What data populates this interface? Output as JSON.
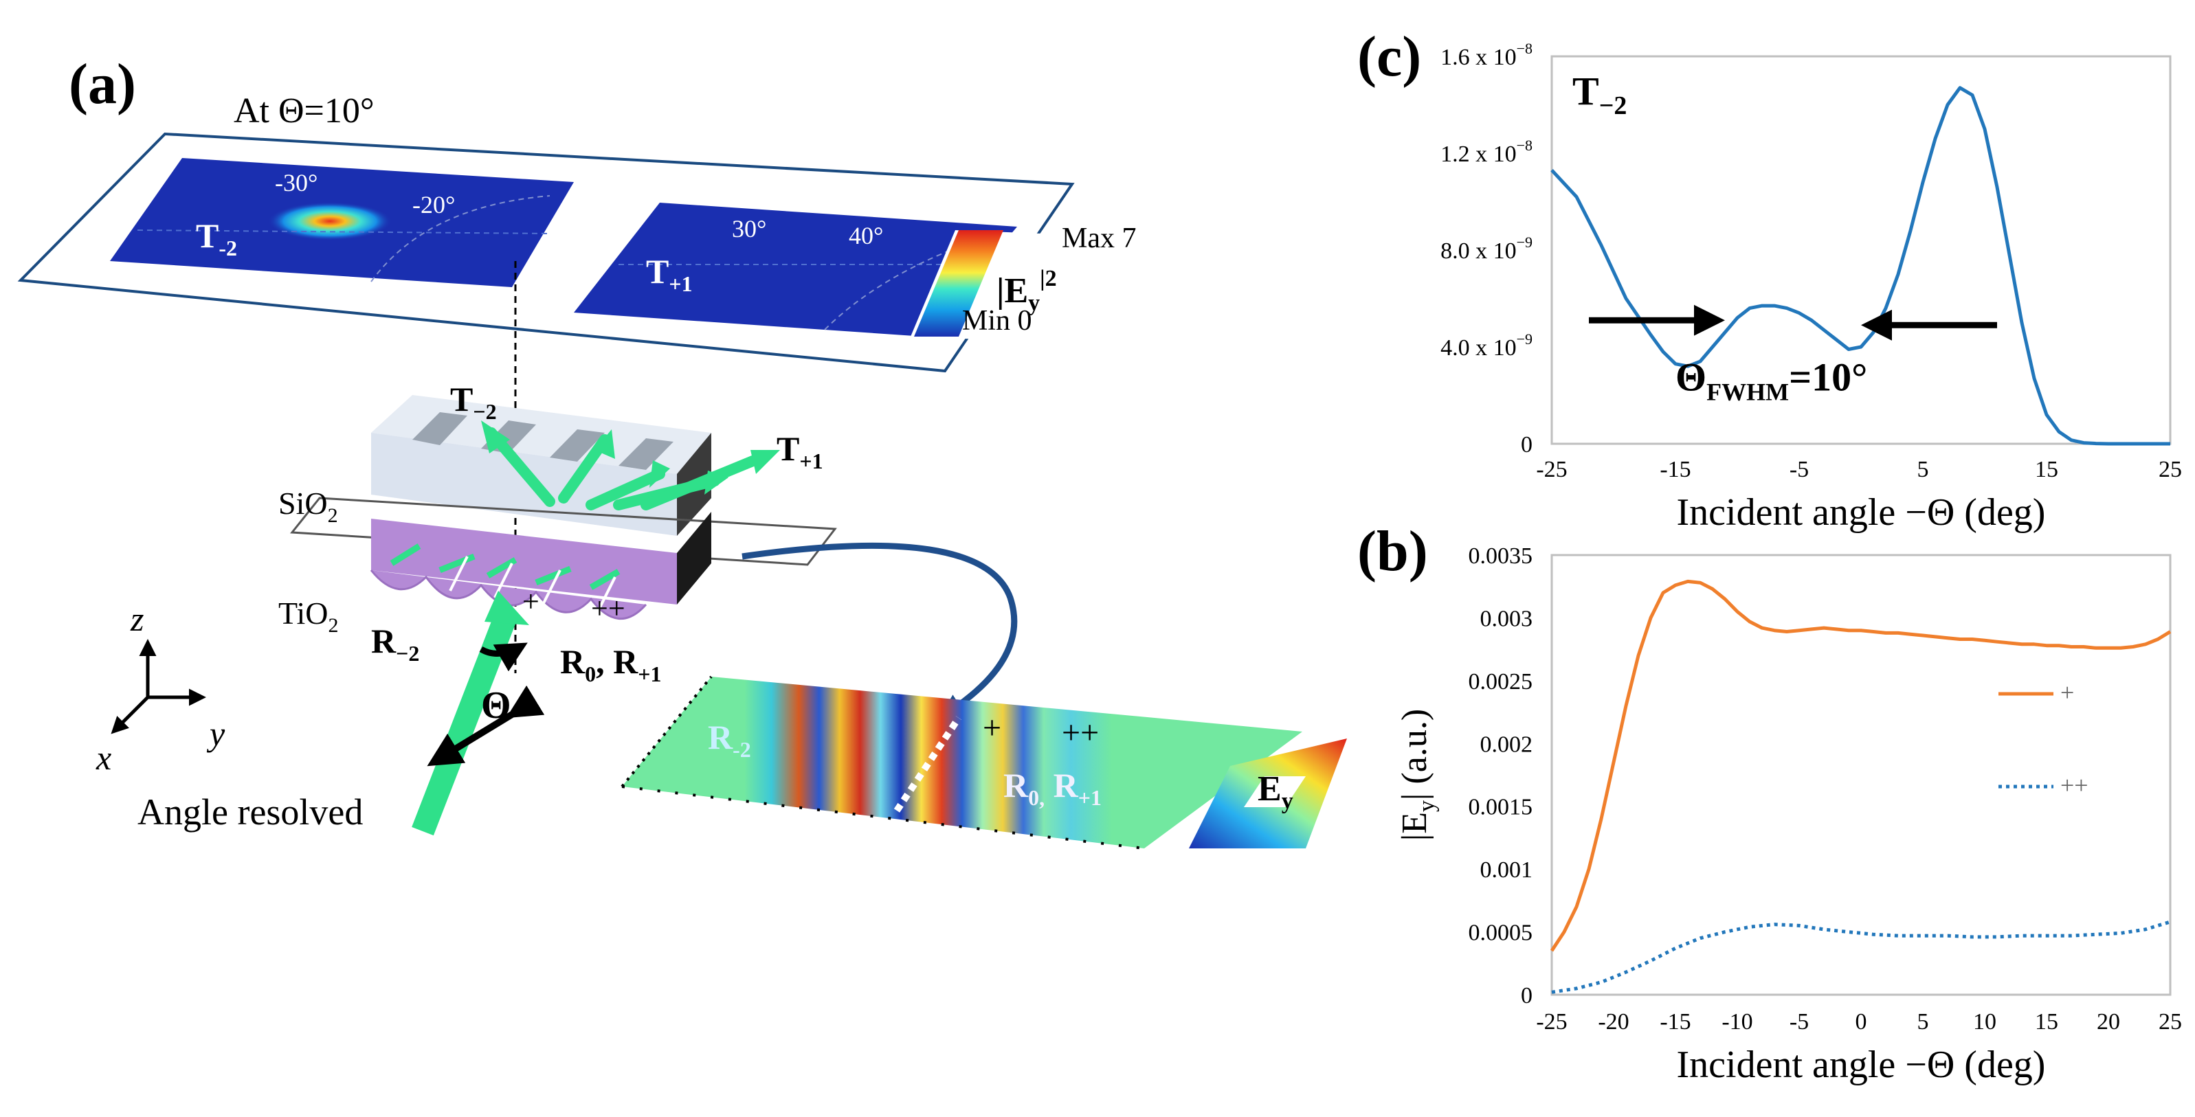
{
  "panel_a": {
    "label": "(a)",
    "field_title": "At Θ=10°",
    "t_minus2_label": "T",
    "t_minus2_sub": "-2",
    "t_plus1_label": "T",
    "t_plus1_sub": "+1",
    "angle_labels": {
      "a1": "-30°",
      "a2": "-20°",
      "a3": "30°",
      "a4": "40°"
    },
    "colorbar": {
      "max": "Max 7",
      "min": "Min 0",
      "quantity": "|E",
      "quantity_sub": "y",
      "quantity_sup": "|2"
    },
    "device": {
      "sio2": "SiO",
      "sio2_sub": "2",
      "tio2": "TiO",
      "tio2_sub": "2",
      "beam_top_left": "T",
      "beam_top_left_sub": "−2",
      "beam_top_right": "T",
      "beam_top_right_sub": "+1",
      "r_minus2": "R",
      "r_minus2_sub": "−2",
      "r0": "R",
      "r0_sub": "0",
      "r_comma": ", R",
      "r_plus1_sub": "+1",
      "plus": "+",
      "plusplus": "++",
      "theta": "Θ",
      "angle_resolved": "Angle resolved"
    },
    "axes": {
      "z": "z",
      "x": "x",
      "y": "y"
    },
    "ey_map": {
      "r_minus2": "R",
      "r_minus2_sub": "-2",
      "r0": "R",
      "r0_sub": "0,",
      "r1": " R",
      "r1_sub": "+1",
      "plus": "+",
      "plusplus": "++",
      "ey": "E",
      "ey_sub": "y"
    },
    "colors": {
      "field_bg": "#1a2fb0",
      "beam": "#2fe08a",
      "purple": "#b48ad6",
      "arrow": "#1f4e8c"
    }
  },
  "panel_c": {
    "label": "(c)"
  },
  "panel_b": {
    "label": "(b)"
  },
  "chart_data": [
    {
      "type": "line",
      "panel": "(c)",
      "annotation": "T",
      "annotation_sub": "−2",
      "fwhm_text": "Θ",
      "fwhm_sub": "FWHM",
      "fwhm_value": "=10°",
      "xlabel": "Incident angle −Θ (deg)",
      "ylabel": "",
      "xlim": [
        -25,
        25
      ],
      "ylim": [
        0,
        1.6e-08
      ],
      "xticks": [
        "-25",
        "-15",
        "-5",
        "5",
        "15",
        "25"
      ],
      "yticks": [
        {
          "v": 0,
          "base": "0",
          "exp": ""
        },
        {
          "v": 4e-09,
          "base": "4.0 x 10",
          "exp": "−9"
        },
        {
          "v": 8e-09,
          "base": "8.0 x 10",
          "exp": "−9"
        },
        {
          "v": 1.2e-08,
          "base": "1.2 x 10",
          "exp": "−8"
        },
        {
          "v": 1.6e-08,
          "base": "1.6 x 10",
          "exp": "−8"
        }
      ],
      "color": "#2277bb",
      "series": [
        {
          "x": [
            -25,
            -23,
            -21,
            -19,
            -17,
            -16,
            -15,
            -14,
            -13,
            -12,
            -11,
            -10,
            -9,
            -8,
            -7,
            -6,
            -5,
            -4,
            -3,
            -2,
            -1,
            0,
            1,
            2,
            3,
            4,
            5,
            6,
            7,
            8,
            9,
            10,
            11,
            12,
            13,
            14,
            15,
            16,
            17,
            18,
            19,
            20,
            21,
            22,
            23,
            24,
            25
          ],
          "y": [
            1.13e-08,
            1.02e-08,
            8.2e-09,
            6e-09,
            4.5e-09,
            3.8e-09,
            3.3e-09,
            3.2e-09,
            3.4e-09,
            4e-09,
            4.6e-09,
            5.2e-09,
            5.6e-09,
            5.7e-09,
            5.7e-09,
            5.6e-09,
            5.4e-09,
            5.1e-09,
            4.7e-09,
            4.3e-09,
            3.9e-09,
            4e-09,
            4.6e-09,
            5.6e-09,
            7e-09,
            8.8e-09,
            1.08e-08,
            1.26e-08,
            1.4e-08,
            1.47e-08,
            1.44e-08,
            1.3e-08,
            1.06e-08,
            7.8e-09,
            5e-09,
            2.7e-09,
            1.2e-09,
            5e-10,
            1.5e-10,
            4e-11,
            1e-11,
            0.0,
            0.0,
            0.0,
            0.0,
            0.0,
            0.0
          ]
        }
      ]
    },
    {
      "type": "line",
      "panel": "(b)",
      "xlabel": "Incident angle −Θ (deg)",
      "ylabel": "|E",
      "ylabel_sub": "y",
      "ylabel_rest": "|  (a.u.)",
      "xlim": [
        -25,
        25
      ],
      "ylim": [
        0,
        0.0035
      ],
      "xticks": [
        "-25",
        "-20",
        "-15",
        "-10",
        "-5",
        "0",
        "5",
        "10",
        "15",
        "20",
        "25"
      ],
      "yticks": [
        "0",
        "0.0005",
        "0.001",
        "0.0015",
        "0.002",
        "0.0025",
        "0.003",
        "0.0035"
      ],
      "series": [
        {
          "name": "+",
          "color": "#f07f2c",
          "style": "solid",
          "x": [
            -25,
            -24,
            -23,
            -22,
            -21,
            -20,
            -19,
            -18,
            -17,
            -16,
            -15,
            -14,
            -13,
            -12,
            -11,
            -10,
            -9,
            -8,
            -7,
            -6,
            -5,
            -4,
            -3,
            -2,
            -1,
            0,
            1,
            2,
            3,
            4,
            5,
            6,
            7,
            8,
            9,
            10,
            11,
            12,
            13,
            14,
            15,
            16,
            17,
            18,
            19,
            20,
            21,
            22,
            23,
            24,
            25
          ],
          "y": [
            0.00035,
            0.0005,
            0.0007,
            0.001,
            0.0014,
            0.00185,
            0.0023,
            0.0027,
            0.003,
            0.0032,
            0.00326,
            0.00329,
            0.00328,
            0.00323,
            0.00315,
            0.00305,
            0.00297,
            0.00292,
            0.0029,
            0.00289,
            0.0029,
            0.00291,
            0.00292,
            0.00291,
            0.0029,
            0.0029,
            0.00289,
            0.00288,
            0.00288,
            0.00287,
            0.00286,
            0.00285,
            0.00284,
            0.00283,
            0.00283,
            0.00282,
            0.00281,
            0.0028,
            0.00279,
            0.00279,
            0.00278,
            0.00278,
            0.00277,
            0.00277,
            0.00276,
            0.00276,
            0.00276,
            0.00277,
            0.00279,
            0.00283,
            0.00289
          ]
        },
        {
          "name": "++",
          "color": "#2277bb",
          "style": "dotted",
          "x": [
            -25,
            -23,
            -21,
            -19,
            -17,
            -15,
            -13,
            -11,
            -9,
            -7,
            -5,
            -3,
            -1,
            1,
            3,
            5,
            7,
            9,
            11,
            13,
            15,
            17,
            19,
            21,
            23,
            25
          ],
          "y": [
            2e-05,
            5e-05,
            0.0001,
            0.00018,
            0.00027,
            0.00037,
            0.00045,
            0.0005,
            0.00054,
            0.00056,
            0.00055,
            0.00052,
            0.0005,
            0.00048,
            0.00047,
            0.00047,
            0.00047,
            0.00046,
            0.00046,
            0.00047,
            0.00047,
            0.00047,
            0.00048,
            0.00049,
            0.00052,
            0.00058
          ]
        }
      ]
    }
  ]
}
